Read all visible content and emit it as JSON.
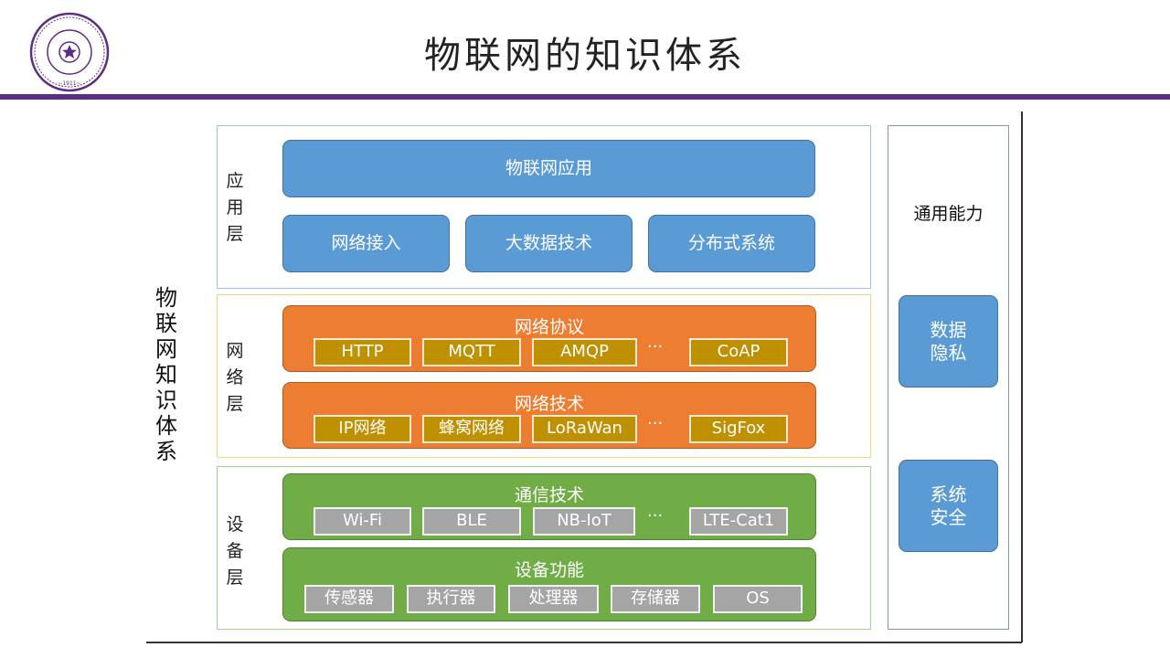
{
  "slide": {
    "title": "物联网的知识体系",
    "logo": {
      "name": "tsinghua-university-seal",
      "text": "清华大学 TSINGHUA UNIVERSITY 1911"
    },
    "brand_color": "#5c2d86",
    "side_label": "物联网知识体系"
  },
  "layers": {
    "application": {
      "label": "应用层",
      "top": "物联网应用",
      "items": [
        "网络接入",
        "大数据技术",
        "分布式系统"
      ]
    },
    "network": {
      "label": "网络层",
      "groups": [
        {
          "title": "网络协议",
          "items": [
            "HTTP",
            "MQTT",
            "AMQP",
            "CoAP"
          ],
          "ellipsis": "···"
        },
        {
          "title": "网络技术",
          "items": [
            "IP网络",
            "蜂窝网络",
            "LoRaWan",
            "SigFox"
          ],
          "ellipsis": "···"
        }
      ]
    },
    "device": {
      "label": "设备层",
      "groups": [
        {
          "title": "通信技术",
          "items": [
            "Wi-Fi",
            "BLE",
            "NB-IoT",
            "LTE-Cat1"
          ],
          "ellipsis": "···"
        },
        {
          "title": "设备功能",
          "items": [
            "传感器",
            "执行器",
            "处理器",
            "存储器",
            "OS"
          ]
        }
      ]
    }
  },
  "common": {
    "title": "通用能力",
    "items": [
      "数据\n隐私",
      "系统\n安全"
    ]
  },
  "colors": {
    "application": "#5b9bd5",
    "network": "#ed7d31",
    "device": "#70ad47",
    "network_chip": "#bf9000",
    "device_chip": "#a5a5a5"
  }
}
